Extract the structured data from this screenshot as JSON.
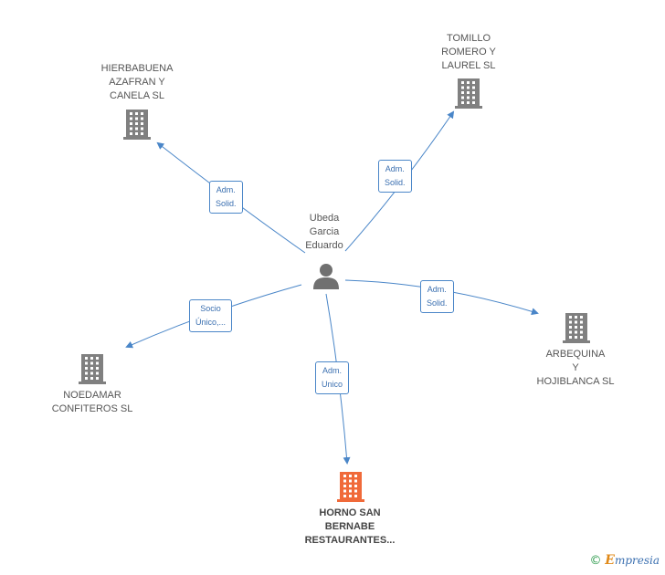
{
  "center": {
    "name": "Ubeda\nGarcia\nEduardo",
    "icon": "person-icon"
  },
  "companies": [
    {
      "key": "hierbabuena",
      "name": "HIERBABUENA\nAZAFRAN Y\nCANELA SL",
      "icon": "building-icon",
      "highlight": false
    },
    {
      "key": "tomillo",
      "name": "TOMILLO\nROMERO Y\nLAUREL SL",
      "icon": "building-icon",
      "highlight": false
    },
    {
      "key": "arbequina",
      "name": "ARBEQUINA\nY\nHOJIBLANCA SL",
      "icon": "building-icon",
      "highlight": false
    },
    {
      "key": "noedamar",
      "name": "NOEDAMAR\nCONFITEROS SL",
      "icon": "building-icon",
      "highlight": false
    },
    {
      "key": "horno",
      "name": "HORNO SAN\nBERNABE\nRESTAURANTES...",
      "icon": "building-icon",
      "highlight": true
    }
  ],
  "relations": [
    {
      "target": "hierbabuena",
      "label": "Adm.\nSolid."
    },
    {
      "target": "tomillo",
      "label": "Adm.\nSolid."
    },
    {
      "target": "arbequina",
      "label": "Adm.\nSolid."
    },
    {
      "target": "noedamar",
      "label": "Socio\nÚnico,..."
    },
    {
      "target": "horno",
      "label": "Adm.\nUnico"
    }
  ],
  "colors": {
    "line": "#4a86c8",
    "building": "#808080",
    "building_highlight": "#f06a3a",
    "person": "#707070"
  },
  "footer": {
    "copyright": "©",
    "brand_initial": "E",
    "brand_rest": "mpresia"
  }
}
